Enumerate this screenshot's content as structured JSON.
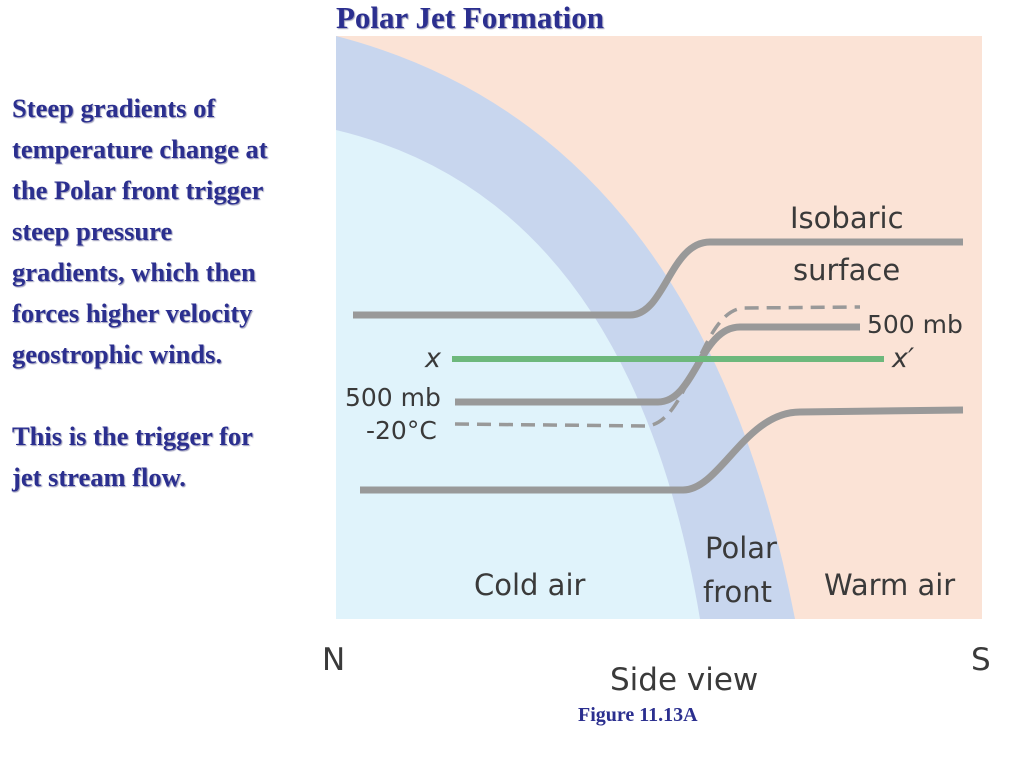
{
  "slide": {
    "title": "Polar Jet Formation",
    "paragraphs": [
      "Steep gradients of temperature change at the Polar front trigger steep pressure gradients, which then forces higher velocity geostrophic winds.",
      "This is the trigger for jet stream flow."
    ],
    "caption": "Figure 11.13A"
  },
  "diagram": {
    "labels": {
      "isobaric_line1": "Isobaric",
      "isobaric_line2": "surface",
      "mb500_right": "500 mb",
      "x_left": "x",
      "x_right": "x′",
      "mb500_left": "500 mb",
      "temp_left": "-20°C",
      "polar_line1": "Polar",
      "polar_line2": "front",
      "cold_air": "Cold air",
      "warm_air": "Warm air",
      "north": "N",
      "south": "S",
      "side_view": "Side view"
    },
    "colors": {
      "warm_air": "#fbe3d6",
      "polar_front": "#c8d6ee",
      "cold_air": "#e0f3fb",
      "isobar_line": "#999999",
      "jet_line": "#6db87c"
    }
  }
}
